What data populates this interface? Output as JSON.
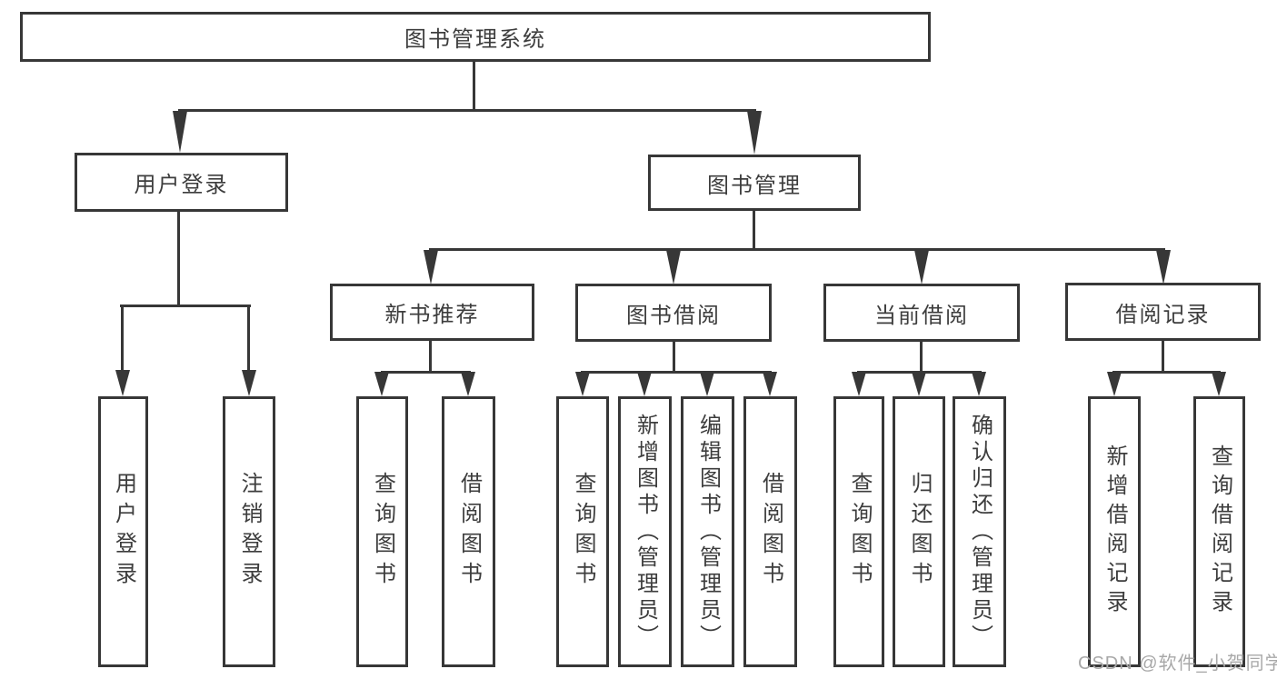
{
  "diagram": {
    "root": "图书管理系统",
    "level2": {
      "user_login": "用户登录",
      "book_management": "图书管理"
    },
    "level3": {
      "new_book_recommendation": "新书推荐",
      "book_borrowing": "图书借阅",
      "current_borrowing": "当前借阅",
      "borrowing_records": "借阅记录"
    },
    "leaves": {
      "user_login": "用户登录",
      "logout": "注销登录",
      "rec_query_books": "查询图书",
      "rec_borrow_books": "借阅图书",
      "bor_query_books": "查询图书",
      "bor_add_books_admin": "新增图书（管理员）",
      "bor_edit_books_admin": "编辑图书（管理员）",
      "bor_borrow_books": "借阅图书",
      "cur_query_books": "查询图书",
      "cur_return_books": "归还图书",
      "cur_confirm_return_admin": "确认归还（管理员）",
      "rec_add_borrow_record": "新增借阅记录",
      "rec_query_borrow_record": "查询借阅记录"
    }
  },
  "watermark": "CSDN @软件_小贺同学"
}
